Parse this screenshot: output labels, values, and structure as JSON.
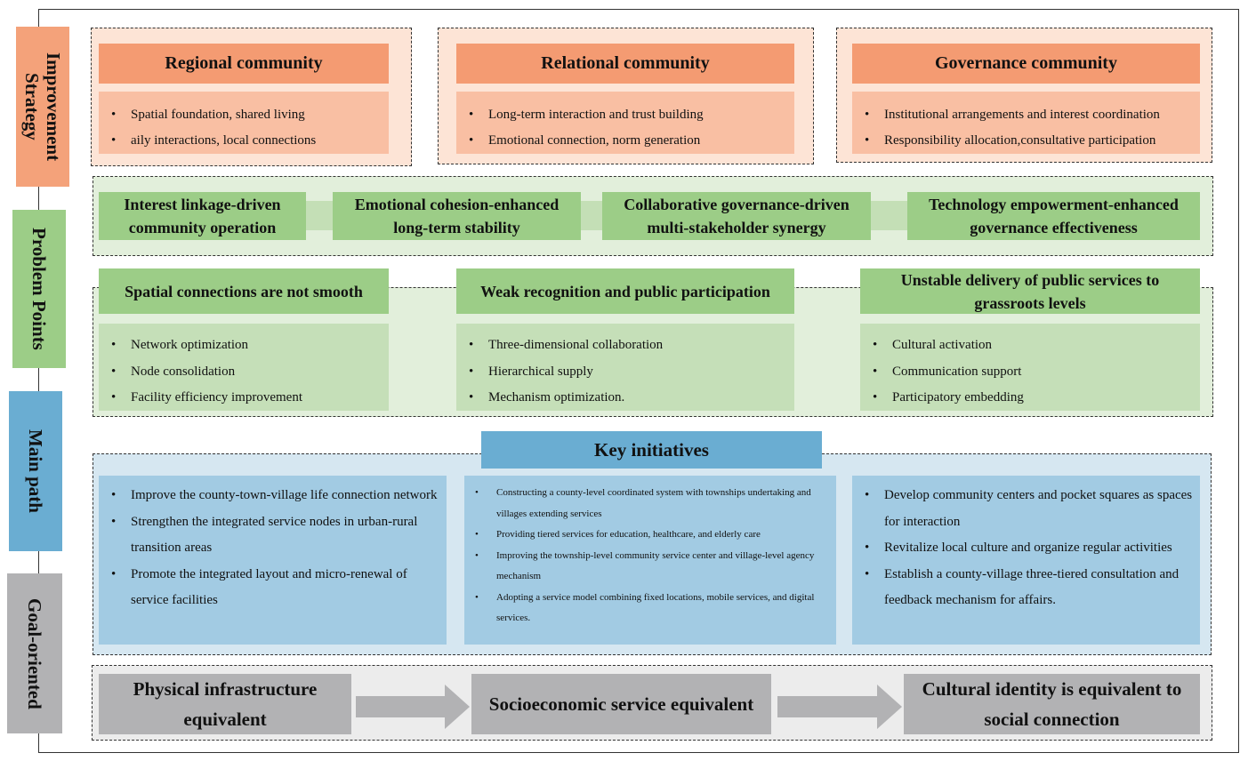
{
  "side_labels": [
    {
      "text": "Improvement\nStrategy",
      "color": "#f4a27a"
    },
    {
      "text": "Problem Points",
      "color": "#9ccd87"
    },
    {
      "text": "Main path",
      "color": "#6aadd2"
    },
    {
      "text": "Goal-oriented",
      "color": "#b2b2b4"
    }
  ],
  "strategy": [
    {
      "title": "Regional community",
      "items": [
        "Spatial foundation, shared living",
        "aily interactions, local connections"
      ]
    },
    {
      "title": "Relational community",
      "items": [
        "Long-term interaction and trust building",
        "Emotional connection, norm generation"
      ]
    },
    {
      "title": "Governance community",
      "items": [
        "Institutional arrangements and interest coordination",
        "Responsibility allocation,consultative participation"
      ]
    }
  ],
  "drivers": [
    "Interest linkage-driven community operation",
    "Emotional cohesion-enhanced long-term stability",
    "Collaborative governance-driven multi-stakeholder synergy",
    "Technology empowerment-enhanced governance effectiveness"
  ],
  "problems": [
    {
      "title": "Spatial connections are not smooth",
      "items": [
        "Network optimization",
        "Node consolidation",
        "Facility efficiency improvement"
      ]
    },
    {
      "title": "Weak recognition and public participation",
      "items": [
        "Three-dimensional collaboration",
        "Hierarchical supply",
        "Mechanism optimization."
      ]
    },
    {
      "title": "Unstable delivery of public services to grassroots levels",
      "items": [
        "Cultural activation",
        "Communication support",
        "Participatory embedding"
      ]
    }
  ],
  "main_path": {
    "title": "Key initiatives",
    "columns": [
      [
        "Improve the county-town-village life connection network",
        "Strengthen the integrated service nodes in urban-rural transition areas",
        "Promote the integrated layout and micro-renewal of service facilities"
      ],
      [
        "Constructing a county-level coordinated system with townships undertaking and villages extending services",
        "Providing tiered services for education, healthcare, and elderly care",
        "Improving the township-level community service center and village-level agency mechanism",
        "Adopting a service model combining fixed locations, mobile services, and digital services."
      ],
      [
        "Develop community centers and pocket squares as spaces for interaction",
        "Revitalize local culture and organize regular activities",
        "Establish a county-village three-tiered consultation and feedback mechanism for affairs."
      ]
    ]
  },
  "goals": [
    "Physical infrastructure equivalent",
    "Socioeconomic service equivalent",
    "Cultural identity is equivalent to social connection"
  ]
}
